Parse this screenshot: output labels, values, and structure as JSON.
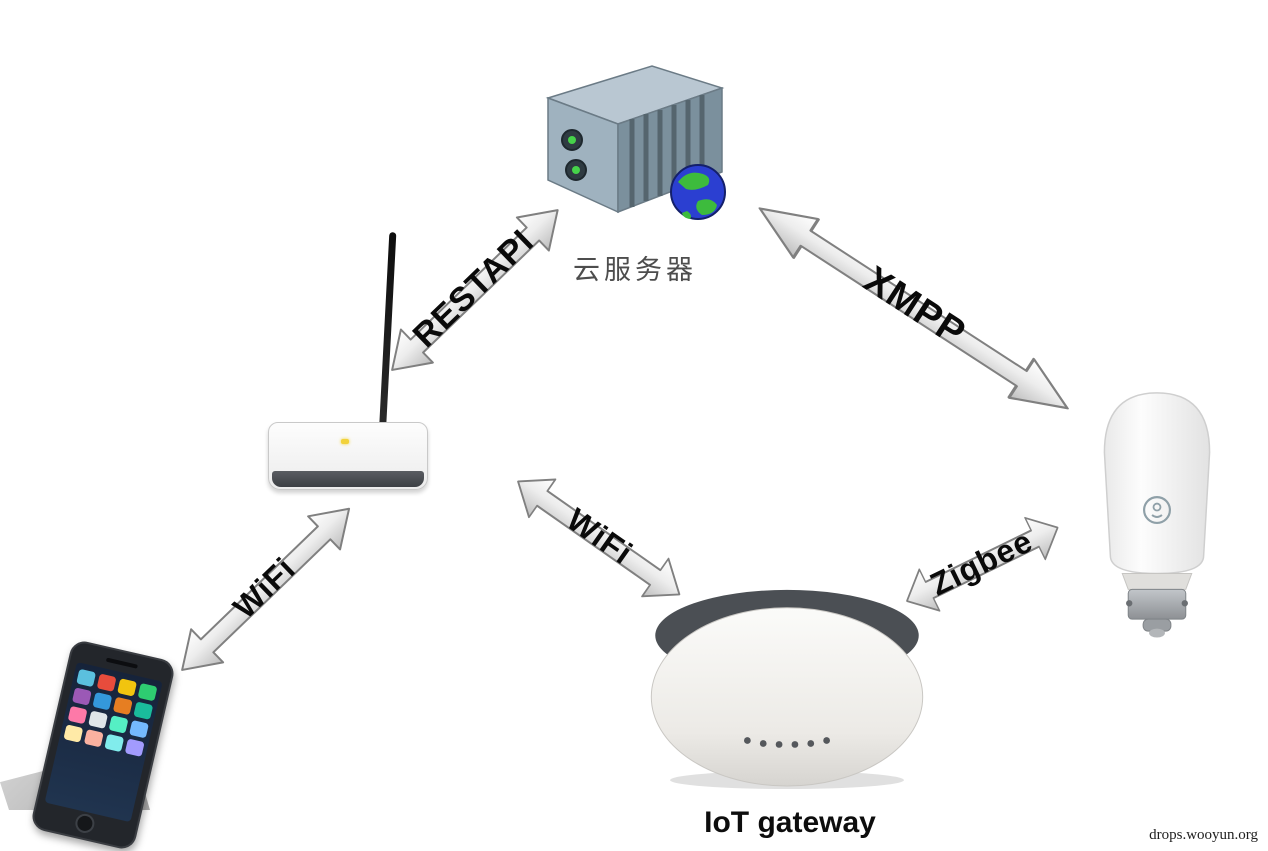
{
  "diagram": {
    "nodes": {
      "cloud_server": {
        "id": "cloud-server",
        "label": "云服务器"
      },
      "router": {
        "id": "wifi-router",
        "label": ""
      },
      "phone": {
        "id": "smartphone",
        "label": ""
      },
      "iot_gateway": {
        "id": "iot-gateway",
        "label": "IoT gateway"
      },
      "smart_bulb": {
        "id": "smart-bulb",
        "label": ""
      }
    },
    "edges": {
      "restapi": {
        "from": "wifi-router",
        "to": "cloud-server",
        "label": "RESTAPI"
      },
      "xmpp": {
        "from": "cloud-server",
        "to": "smart-bulb",
        "label": "XMPP"
      },
      "wifi_phone_router": {
        "from": "smartphone",
        "to": "wifi-router",
        "label": "WiFi"
      },
      "wifi_router_gateway": {
        "from": "wifi-router",
        "to": "iot-gateway",
        "label": "WiFi"
      },
      "zigbee": {
        "from": "iot-gateway",
        "to": "smart-bulb",
        "label": "Zigbee"
      }
    },
    "colors": {
      "arrow_fill_light": "#ffffff",
      "arrow_fill_dark": "#bdbdbd",
      "arrow_outline": "#808080",
      "label_text": "#0a0a0a",
      "server_label_text": "#4d4d4d"
    }
  },
  "watermark": "drops.wooyun.org"
}
